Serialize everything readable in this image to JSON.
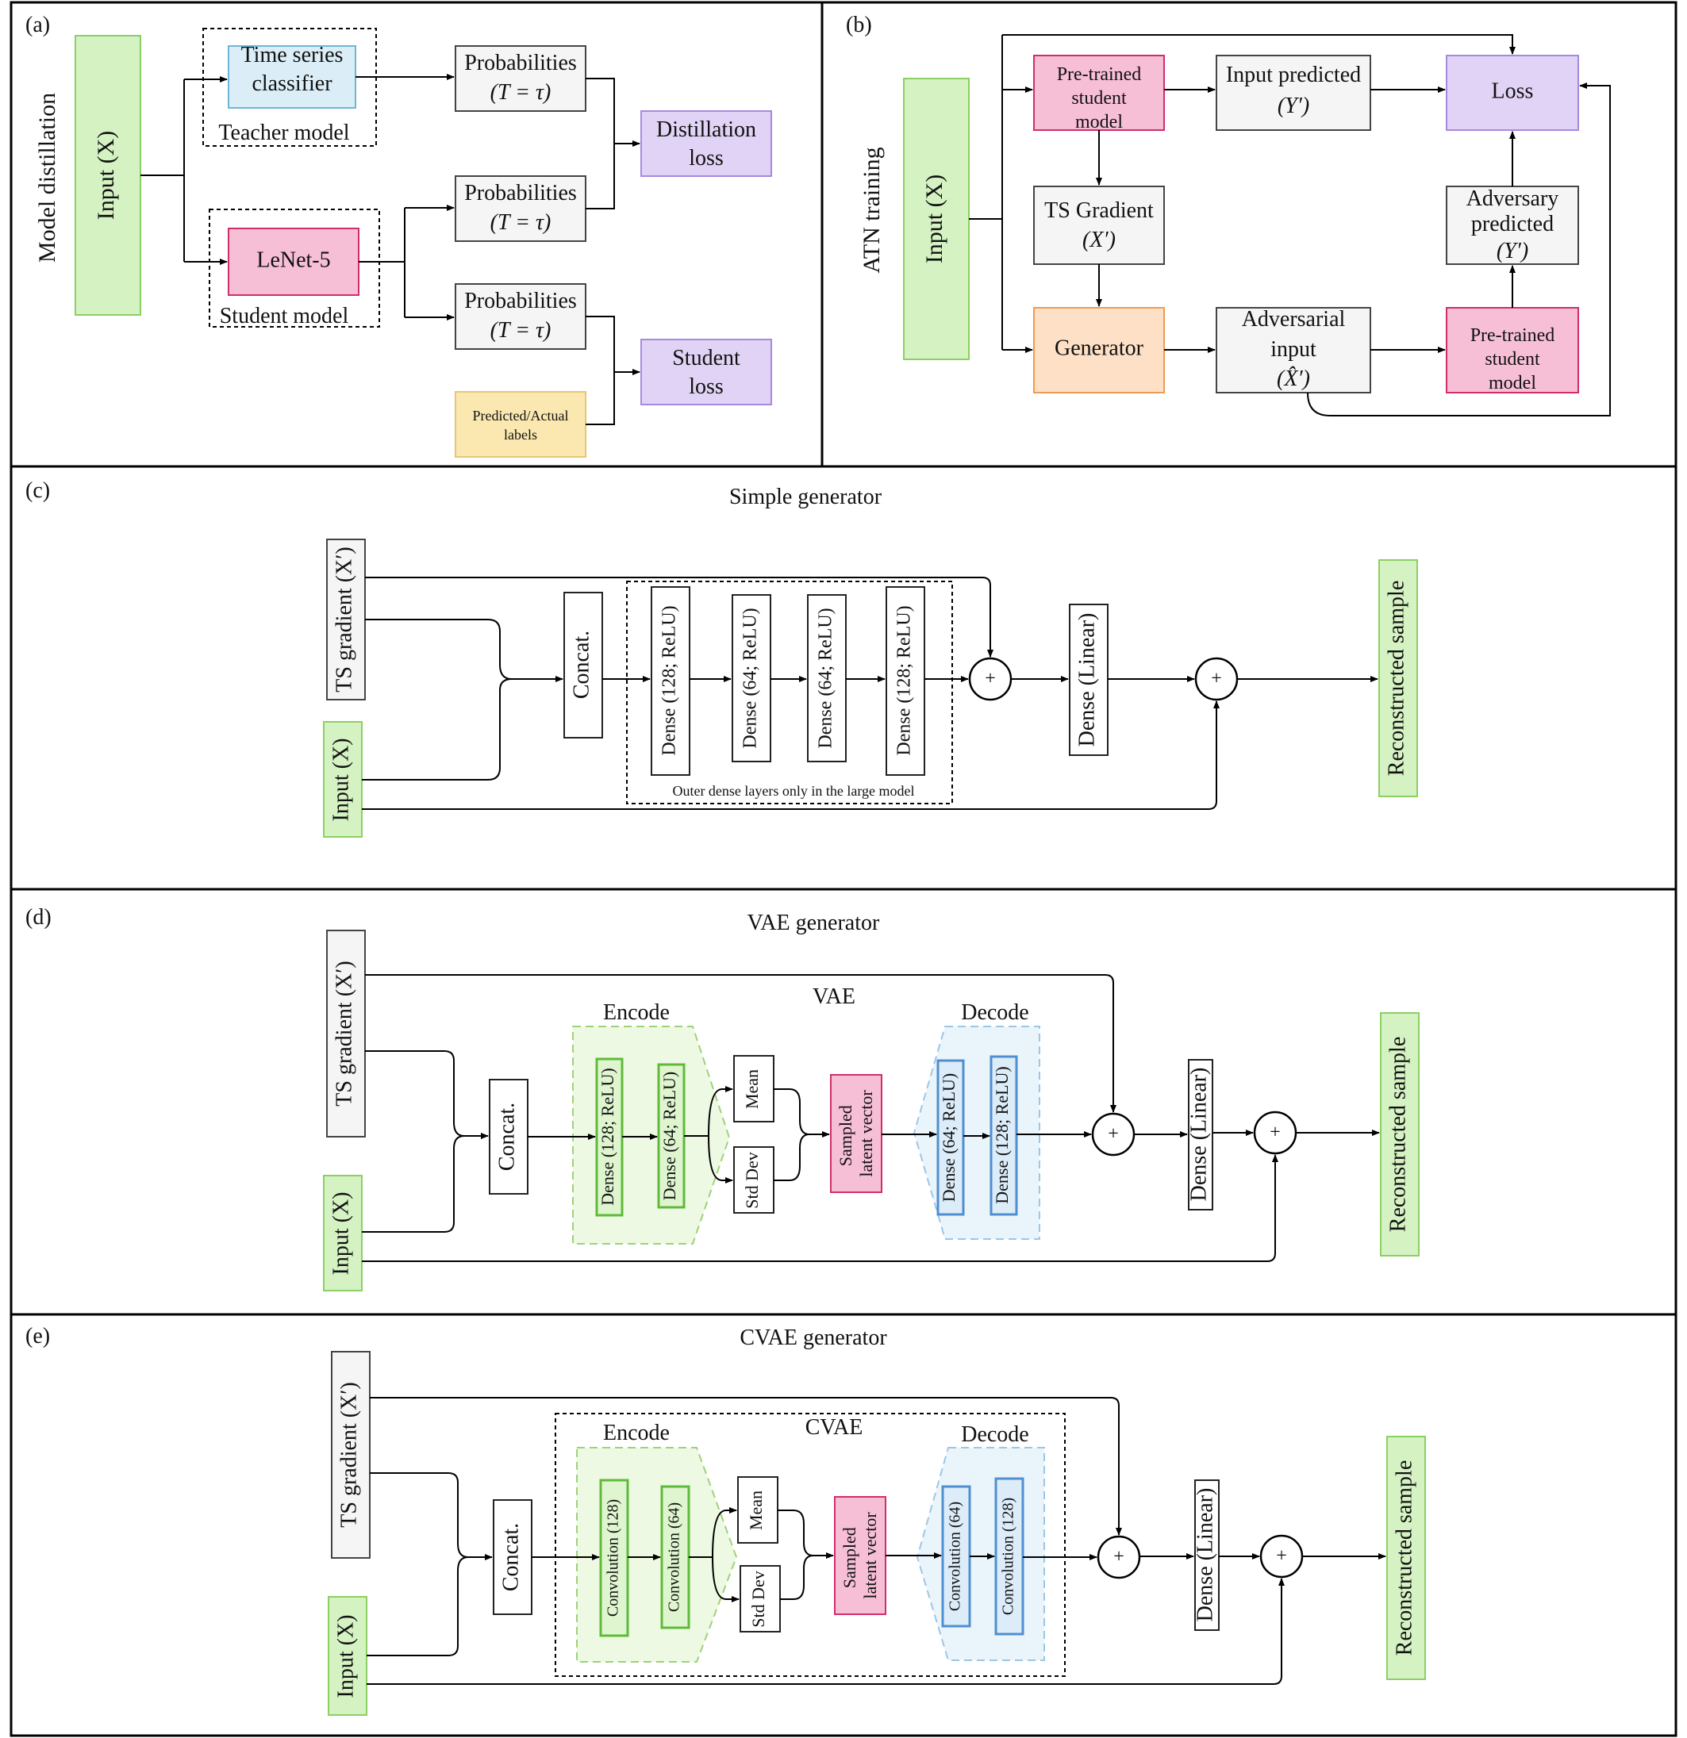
{
  "panel_a": {
    "label": "(a)",
    "side_label": "Model distillation",
    "input": "Input (X)",
    "teacher_box": "Time series classifier",
    "teacher_caption": "Teacher model",
    "student_box": "LeNet-5",
    "student_caption": "Student model",
    "prob_title": "Probabilities",
    "prob_temp": "(T = τ)",
    "distillation_loss": "Distillation loss",
    "student_loss": "Student loss",
    "labels_box": "Predicted/Actual labels"
  },
  "panel_b": {
    "label": "(b)",
    "side_label": "ATN training",
    "input": "Input (X)",
    "pretrained_top": "Pre-trained student model",
    "input_predicted": "Input predicted",
    "input_predicted_sym": "(Y′)",
    "loss": "Loss",
    "ts_gradient": "TS Gradient",
    "ts_gradient_sym": "(X′)",
    "adversary_predicted": "Adversary predicted",
    "adversary_predicted_sym": "(Y′)",
    "generator": "Generator",
    "adversarial_input": "Adversarial input",
    "adversarial_input_sym": "(X̂′)",
    "pretrained_bottom": "Pre-trained student model"
  },
  "panel_c": {
    "label": "(c)",
    "title": "Simple generator",
    "ts_gradient": "TS gradient (X′)",
    "input": "Input (X)",
    "concat": "Concat.",
    "dense1": "Dense (128; ReLU)",
    "dense2": "Dense (64; ReLU)",
    "dense3": "Dense (64; ReLU)",
    "dense4": "Dense (128; ReLU)",
    "dense_note": "Outer dense layers only in the large model",
    "dense_linear": "Dense (Linear)",
    "plus": "+",
    "output": "Reconstructed sample"
  },
  "panel_d": {
    "label": "(d)",
    "title": "VAE generator",
    "group_label": "VAE",
    "encode": "Encode",
    "decode": "Decode",
    "ts_gradient": "TS gradient (X′)",
    "input": "Input (X)",
    "concat": "Concat.",
    "enc1": "Dense (128; ReLU)",
    "enc2": "Dense (64; ReLU)",
    "mean": "Mean",
    "std": "Std Dev",
    "latent": "Sampled latent vector",
    "dec1": "Dense (64; ReLU)",
    "dec2": "Dense (128; ReLU)",
    "dense_linear": "Dense (Linear)",
    "plus": "+",
    "output": "Reconstructed sample"
  },
  "panel_e": {
    "label": "(e)",
    "title": "CVAE generator",
    "group_label": "CVAE",
    "encode": "Encode",
    "decode": "Decode",
    "ts_gradient": "TS gradient (X′)",
    "input": "Input (X)",
    "concat": "Concat.",
    "enc1": "Convolution (128)",
    "enc2": "Convolution (64)",
    "mean": "Mean",
    "std": "Std Dev",
    "latent": "Sampled latent vector",
    "dec1": "Convolution (64)",
    "dec2": "Convolution (128)",
    "dense_linear": "Dense (Linear)",
    "plus": "+",
    "output": "Reconstructed sample"
  }
}
